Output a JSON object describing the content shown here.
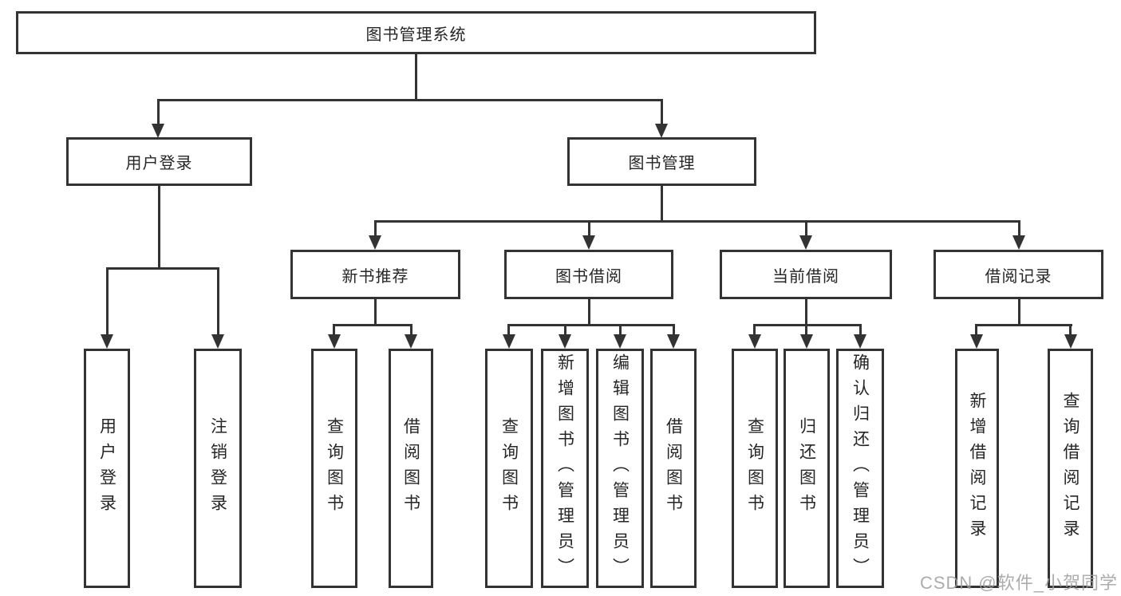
{
  "tree": {
    "root": {
      "label": "图书管理系统"
    },
    "branches": [
      {
        "label": "用户登录",
        "children": [
          {
            "label": "用户登录"
          },
          {
            "label": "注销登录"
          }
        ]
      },
      {
        "label": "图书管理",
        "children": [
          {
            "label": "新书推荐",
            "children": [
              {
                "label": "查询图书"
              },
              {
                "label": "借阅图书"
              }
            ]
          },
          {
            "label": "图书借阅",
            "children": [
              {
                "label": "查询图书"
              },
              {
                "label": "新增图书（管理员）"
              },
              {
                "label": "编辑图书（管理员）"
              },
              {
                "label": "借阅图书"
              }
            ]
          },
          {
            "label": "当前借阅",
            "children": [
              {
                "label": "查询图书"
              },
              {
                "label": "归还图书"
              },
              {
                "label": "确认归还（管理员）"
              }
            ]
          },
          {
            "label": "借阅记录",
            "children": [
              {
                "label": "新增借阅记录"
              },
              {
                "label": "查询借阅记录"
              }
            ]
          }
        ]
      }
    ]
  },
  "watermark": {
    "text": "CSDN @软件_小贺同学"
  },
  "colors": {
    "line": "#333333",
    "text": "#262626",
    "background": "#ffffff",
    "watermark": "#9e9e9e"
  }
}
